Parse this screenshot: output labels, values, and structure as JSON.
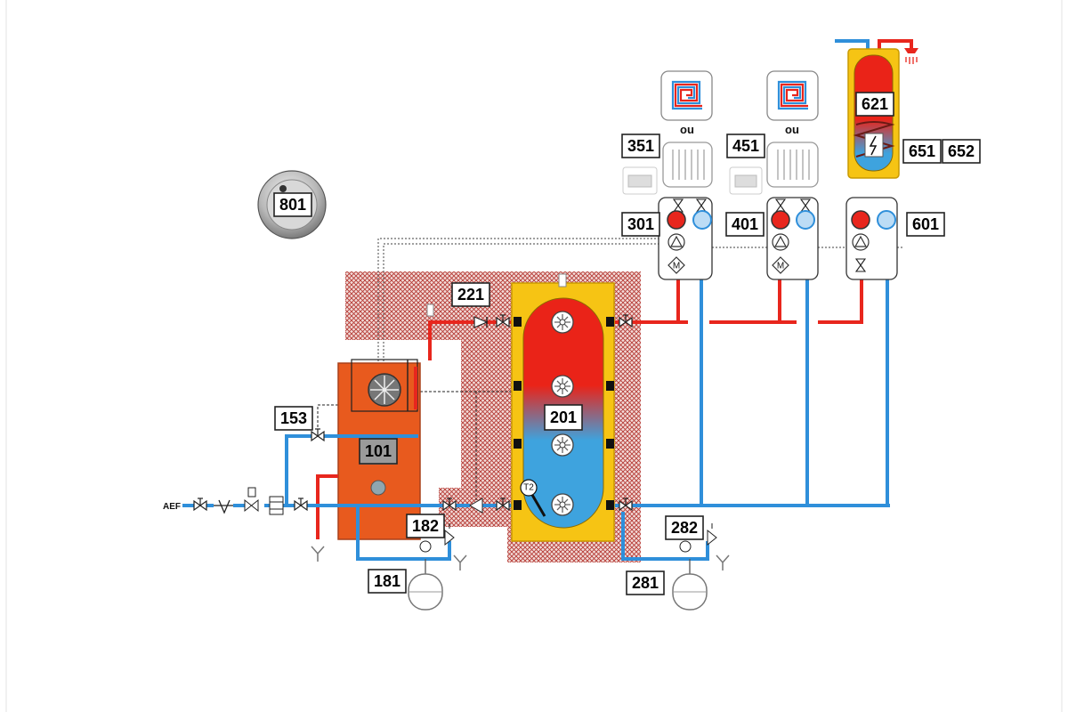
{
  "labels": {
    "l801": "801",
    "l351": "351",
    "l451": "451",
    "l621": "621",
    "l651": "651",
    "l652": "652",
    "l301": "301",
    "l401": "401",
    "l601": "601",
    "l221": "221",
    "l153": "153",
    "l101": "101",
    "l201": "201",
    "l182": "182",
    "l181": "181",
    "l282": "282",
    "l281": "281"
  },
  "captions": {
    "ou_left": "ou",
    "ou_right": "ou",
    "aef": "AEF",
    "t2": "T2"
  },
  "colors": {
    "hot": "#e8261d",
    "cold": "#2f8fda",
    "boiler": "#e85a1e",
    "tank_shell": "#f6c414",
    "insulation": "#b53a35"
  }
}
